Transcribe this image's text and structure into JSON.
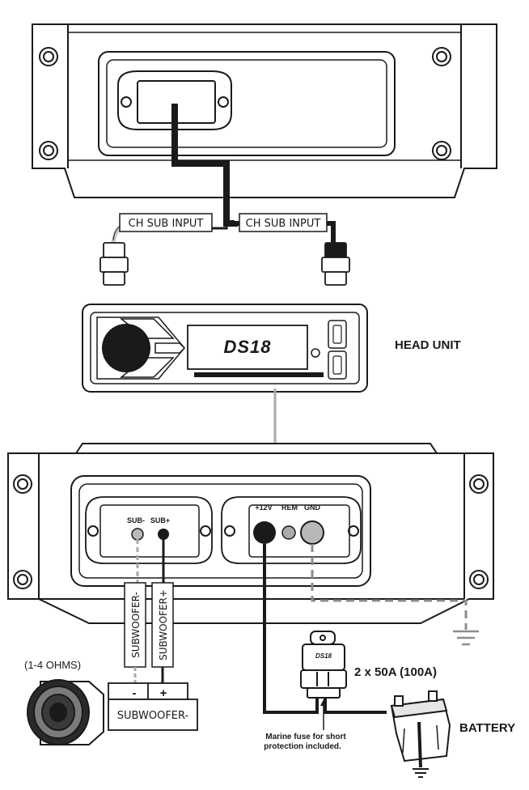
{
  "labels": {
    "sub_input_left": "CH SUB INPUT",
    "sub_input_right": "CH SUB INPUT",
    "head_unit": "HEAD UNIT",
    "brand_logo": "DS18",
    "sub_minus": "SUB-",
    "sub_plus": "SUB+",
    "plus12v": "+12V",
    "rem": "REM",
    "gnd": "GND",
    "wire_sub_minus": "SUBWOOFER-",
    "wire_sub_plus": "SUBWOOFER+",
    "ohms": "(1-4 OHMS)",
    "terminal_minus": "-",
    "terminal_plus": "+",
    "subwoofer_box": "SUBWOOFER-",
    "fuse_brand": "DS18",
    "fuse_rating": "2 x 50A (100A)",
    "fuse_note_line1": "Marine fuse for short",
    "fuse_note_line2": "protection included.",
    "battery": "BATTERY"
  },
  "colors": {
    "stroke": "#1a1a1a",
    "wire_gray": "#aaaaaa",
    "ground_dash": "#8c8c8c",
    "gnd_terminal": "#b8b8b8"
  }
}
